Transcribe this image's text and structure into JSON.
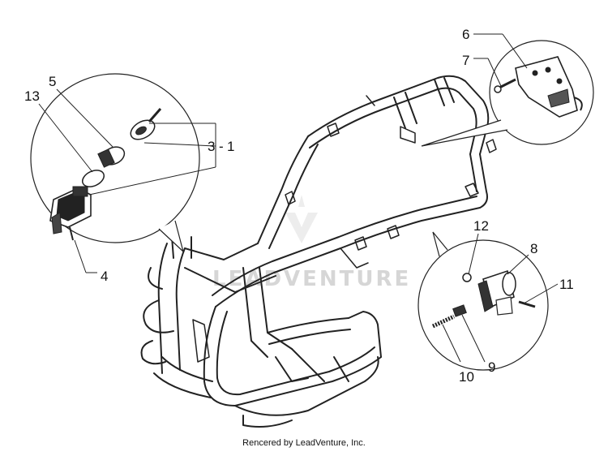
{
  "callouts": {
    "n1": "1",
    "n3": "3",
    "n4": "4",
    "n5": "5",
    "n6": "6",
    "n7": "7",
    "n8": "8",
    "n9": "9",
    "n10": "10",
    "n11": "11",
    "n12": "12",
    "n13": "13"
  },
  "watermark": "LEADVENTURE",
  "footer": "Rencered by LeadVenture, Inc."
}
